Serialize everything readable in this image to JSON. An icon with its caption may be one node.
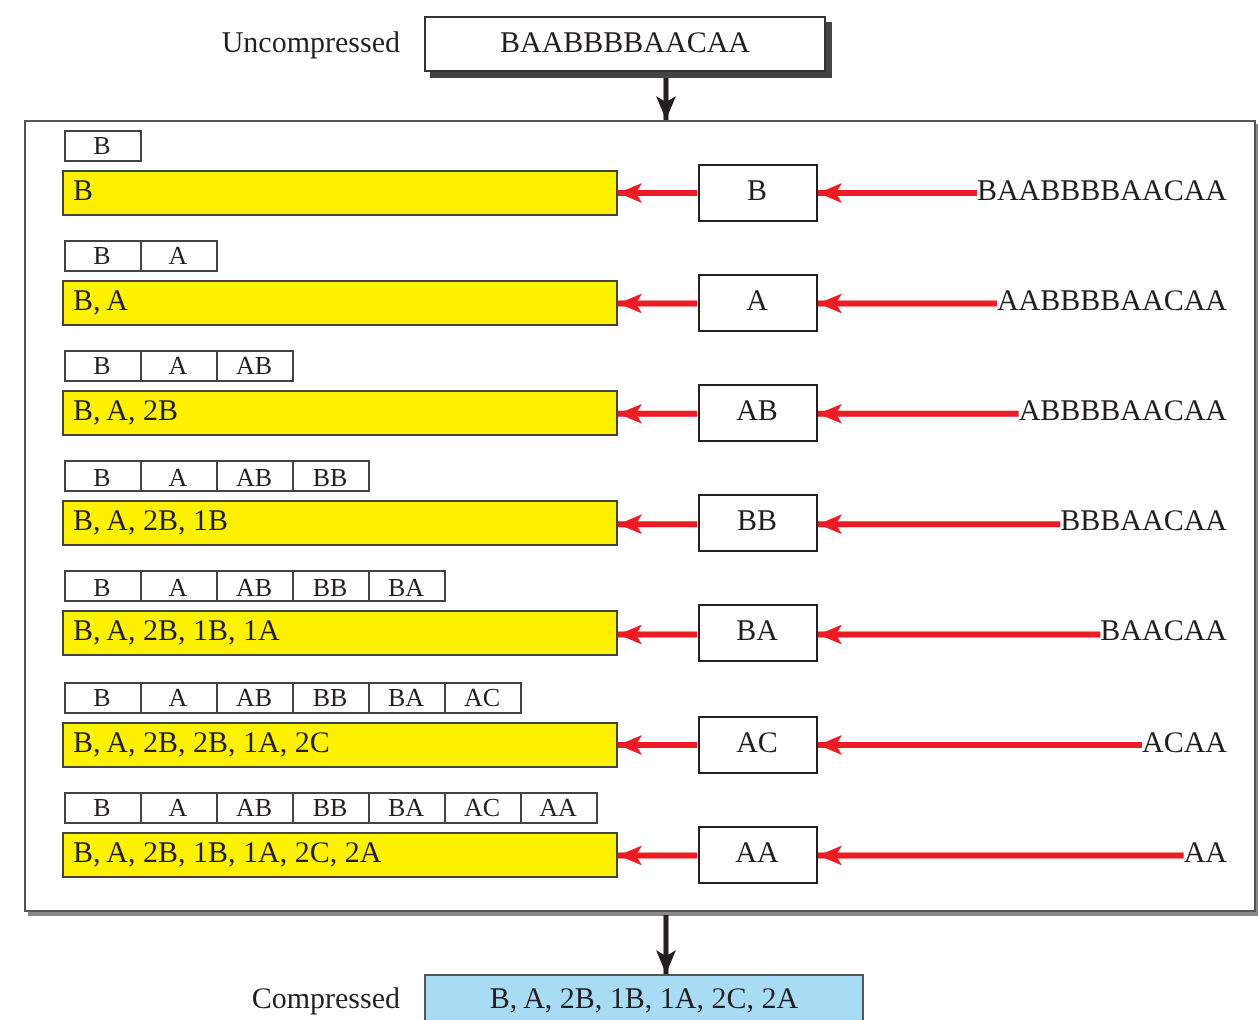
{
  "diagram": {
    "nodes": [
      {
        "text": [
          "BAABBBBAACAA"
        ],
        "beside": [
          "Uncompressed"
        ]
      },
      {
        "text": [],
        "shape": "box"
      },
      {
        "text": [
          "B"
        ],
        "in": 1
      },
      {
        "text": [
          "B"
        ],
        "in": 1
      },
      {
        "text": [
          "B"
        ],
        "in": 1
      },
      {
        "text": [
          "BAABBBBAACAA"
        ],
        "in": 1
      },
      {
        "text": [
          "B"
        ],
        "in": 1
      },
      {
        "text": [
          "A"
        ],
        "in": 1
      },
      {
        "text": [
          "B, A"
        ],
        "in": 1
      },
      {
        "text": [
          "A"
        ],
        "in": 1
      },
      {
        "text": [
          "AABBBBAACAA"
        ],
        "in": 1
      },
      {
        "text": [
          "B"
        ],
        "in": 1
      },
      {
        "text": [
          "A"
        ],
        "in": 1
      },
      {
        "text": [
          "AB"
        ],
        "in": 1
      },
      {
        "text": [
          "B, A, 2B"
        ],
        "in": 1
      },
      {
        "text": [
          "AB"
        ],
        "in": 1
      },
      {
        "text": [
          "ABBBBAACAA"
        ],
        "in": 1
      },
      {
        "text": [
          "B"
        ],
        "in": 1
      },
      {
        "text": [
          "A"
        ],
        "in": 1
      },
      {
        "text": [
          "AB"
        ],
        "in": 1
      },
      {
        "text": [
          "BB"
        ],
        "in": 1
      },
      {
        "text": [
          "B, A, 2B, 1B"
        ],
        "in": 1
      },
      {
        "text": [
          "BB"
        ],
        "in": 1
      },
      {
        "text": [
          "BBBAACAA"
        ],
        "in": 1
      },
      {
        "text": [
          "B"
        ],
        "in": 1
      },
      {
        "text": [
          "A"
        ],
        "in": 1
      },
      {
        "text": [
          "AB"
        ],
        "in": 1
      },
      {
        "text": [
          "BB"
        ],
        "in": 1
      },
      {
        "text": [
          "BA"
        ],
        "in": 1
      },
      {
        "text": [
          "B, A, 2B, 1B, 1A"
        ],
        "in": 1
      },
      {
        "text": [
          "BA"
        ],
        "in": 1
      },
      {
        "text": [
          "BAACAA"
        ],
        "in": 1
      },
      {
        "text": [
          "B"
        ],
        "in": 1
      },
      {
        "text": [
          "A"
        ],
        "in": 1
      },
      {
        "text": [
          "AB"
        ],
        "in": 1
      },
      {
        "text": [
          "BB"
        ],
        "in": 1
      },
      {
        "text": [
          "BA"
        ],
        "in": 1
      },
      {
        "text": [
          "AC"
        ],
        "in": 1
      },
      {
        "text": [
          "B, A, 2B, 2B, 1A, 2C"
        ],
        "in": 1
      },
      {
        "text": [
          "AC"
        ],
        "in": 1
      },
      {
        "text": [
          "ACAA"
        ],
        "in": 1
      },
      {
        "text": [
          "B"
        ],
        "in": 1
      },
      {
        "text": [
          "A"
        ],
        "in": 1
      },
      {
        "text": [
          "AB"
        ],
        "in": 1
      },
      {
        "text": [
          "BB"
        ],
        "in": 1
      },
      {
        "text": [
          "BA"
        ],
        "in": 1
      },
      {
        "text": [
          "AC"
        ],
        "in": 1
      },
      {
        "text": [
          "AA"
        ],
        "in": 1
      },
      {
        "text": [
          "B, A, 2B, 1B, 1A, 2C, 2A"
        ],
        "in": 1
      },
      {
        "text": [
          "AA"
        ],
        "in": 1
      },
      {
        "text": [
          "AA"
        ],
        "in": 1
      },
      {
        "text": [
          "B, A, 2B, 1B, 1A, 2C, 2A"
        ],
        "beside": [
          "Compressed"
        ]
      }
    ],
    "edges": [
      {
        "from": 0,
        "to": 1,
        "arrow": "to",
        "color": "#231f20"
      },
      {
        "from": 1,
        "to": 51,
        "arrow": "to",
        "color": "#231f20"
      },
      {
        "from": 5,
        "to": 4,
        "arrow": "to"
      },
      {
        "from": 4,
        "to": 3,
        "arrow": "to"
      },
      {
        "from": 10,
        "to": 9,
        "arrow": "to"
      },
      {
        "from": 9,
        "to": 8,
        "arrow": "to"
      },
      {
        "from": 16,
        "to": 15,
        "arrow": "to"
      },
      {
        "from": 15,
        "to": 14,
        "arrow": "to"
      },
      {
        "from": 23,
        "to": 22,
        "arrow": "to"
      },
      {
        "from": 22,
        "to": 21,
        "arrow": "to"
      },
      {
        "from": 31,
        "to": 30,
        "arrow": "to"
      },
      {
        "from": 30,
        "to": 29,
        "arrow": "to"
      },
      {
        "from": 40,
        "to": 39,
        "arrow": "to"
      },
      {
        "from": 39,
        "to": 38,
        "arrow": "to"
      },
      {
        "from": 50,
        "to": 49,
        "arrow": "to"
      },
      {
        "from": 49,
        "to": 48,
        "arrow": "to"
      }
    ]
  }
}
